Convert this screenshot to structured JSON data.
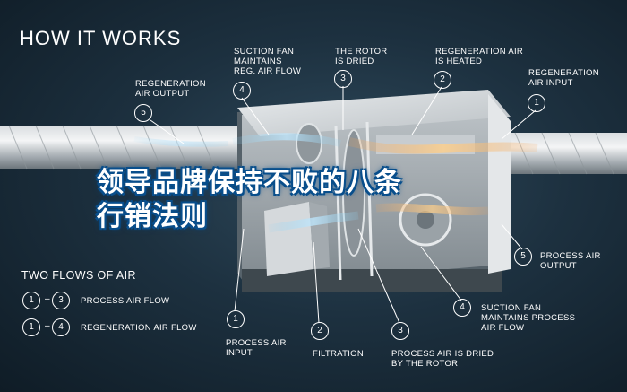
{
  "title": "HOW IT WORKS",
  "labels": {
    "regen_output": "REGENERATION\nAIR OUTPUT",
    "suction_top": "SUCTION FAN\nMAINTAINS\nREG. AIR FLOW",
    "rotor_dried": "THE ROTOR\nIS DRIED",
    "regen_heated": "REGENERATION AIR\nIS HEATED",
    "regen_input": "REGENERATION\nAIR INPUT",
    "process_output": "PROCESS AIR\nOUTPUT",
    "suction_bottom": "SUCTION FAN\nMAINTAINS PROCESS\nAIR FLOW",
    "process_input": "PROCESS AIR\nINPUT",
    "filtration": "FILTRATION",
    "process_dried": "PROCESS AIR IS DRIED\nBY THE ROTOR"
  },
  "markers": {
    "regen_output": "5",
    "suction_top": "4",
    "rotor_dried": "3",
    "regen_heated": "2",
    "regen_input": "1",
    "process_output": "5",
    "suction_bottom": "4",
    "process_input": "1",
    "filtration": "2",
    "process_dried": "3"
  },
  "legend": {
    "title": "TWO FLOWS OF AIR",
    "rows": [
      {
        "from": "1",
        "sep": "–",
        "to": "3",
        "label": "PROCESS AIR FLOW"
      },
      {
        "from": "1",
        "sep": "–",
        "to": "4",
        "label": "REGENERATION AIR FLOW"
      }
    ]
  },
  "overlay_text": {
    "line1": "领导品牌保持不败的八条",
    "line2": "行销法则"
  },
  "colors": {
    "background": "#1d3140",
    "regen_flow": "#f2a55a",
    "process_flow": "#8fd0f0",
    "overlay_glow": "#0a4f8c"
  }
}
